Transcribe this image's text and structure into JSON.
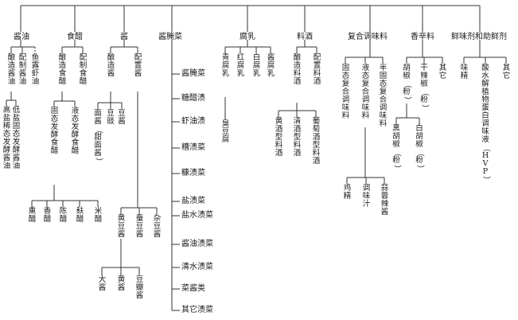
{
  "categories": [
    "酱油",
    "食醋",
    "酱",
    "酱腌菜",
    "腐乳",
    "料酒",
    "复合调味料",
    "香辛料",
    "鲜味剂和助鲜剂"
  ],
  "soy": {
    "sub": [
      "酿造酱油",
      "配制酱油",
      "鱼露虾油"
    ],
    "brewed": [
      "高盐稀态发酵酱油",
      "低盐固态发酵酱油"
    ]
  },
  "vinegar": {
    "sub": [
      "酿造食醋",
      "配制食醋"
    ],
    "brewed": [
      "固态发酵食醋",
      "液态发酵食醋"
    ],
    "types": [
      "熏醋",
      "香醋",
      "陈醋",
      "麸醋",
      "米醋"
    ]
  },
  "paste": {
    "sub": [
      "酿造酱",
      "配置酱"
    ],
    "brewed": [
      "豆酱",
      "豆豉",
      "面酱（甜面酱）"
    ],
    "douban": [
      "黄豆酱",
      "蚕豆酱",
      "杂豆酱"
    ],
    "huang": [
      "大酱",
      "黄酱",
      "豆瓣酱"
    ]
  },
  "pickles": [
    "酱腌菜",
    "糖醋渍",
    "虾油渍",
    "糟渍菜",
    "糠渍菜",
    "盐渍菜",
    "盐水渍菜",
    "酱油渍菜",
    "清水渍菜",
    "菜酱类",
    "其它渍菜"
  ],
  "tofu": {
    "sub": [
      "青腐乳",
      "红腐乳",
      "白腐乳",
      "酱腐乳"
    ],
    "qing": "臭豆腐"
  },
  "wine": {
    "sub": [
      "酿造料酒",
      "配置料酒"
    ],
    "brewed": [
      "黄酒型料酒",
      "清酒型料酒",
      "葡萄酒型料酒"
    ]
  },
  "compound": {
    "sub": [
      "固态复合调味料",
      "液态复合调味料",
      "半固态复合调味料"
    ],
    "liquid": [
      "鸡精",
      "调味汁",
      "蒜蓉辣酱"
    ]
  },
  "spice": {
    "sub": [
      "胡椒（粉）",
      "干辣椒（粉）",
      "其它"
    ],
    "pepper": [
      "黑胡椒（粉）",
      "白胡椒（粉）"
    ]
  },
  "umami": {
    "sub": [
      "味精",
      "酸水解植物蛋白调味液（HVP）",
      "其它"
    ]
  }
}
